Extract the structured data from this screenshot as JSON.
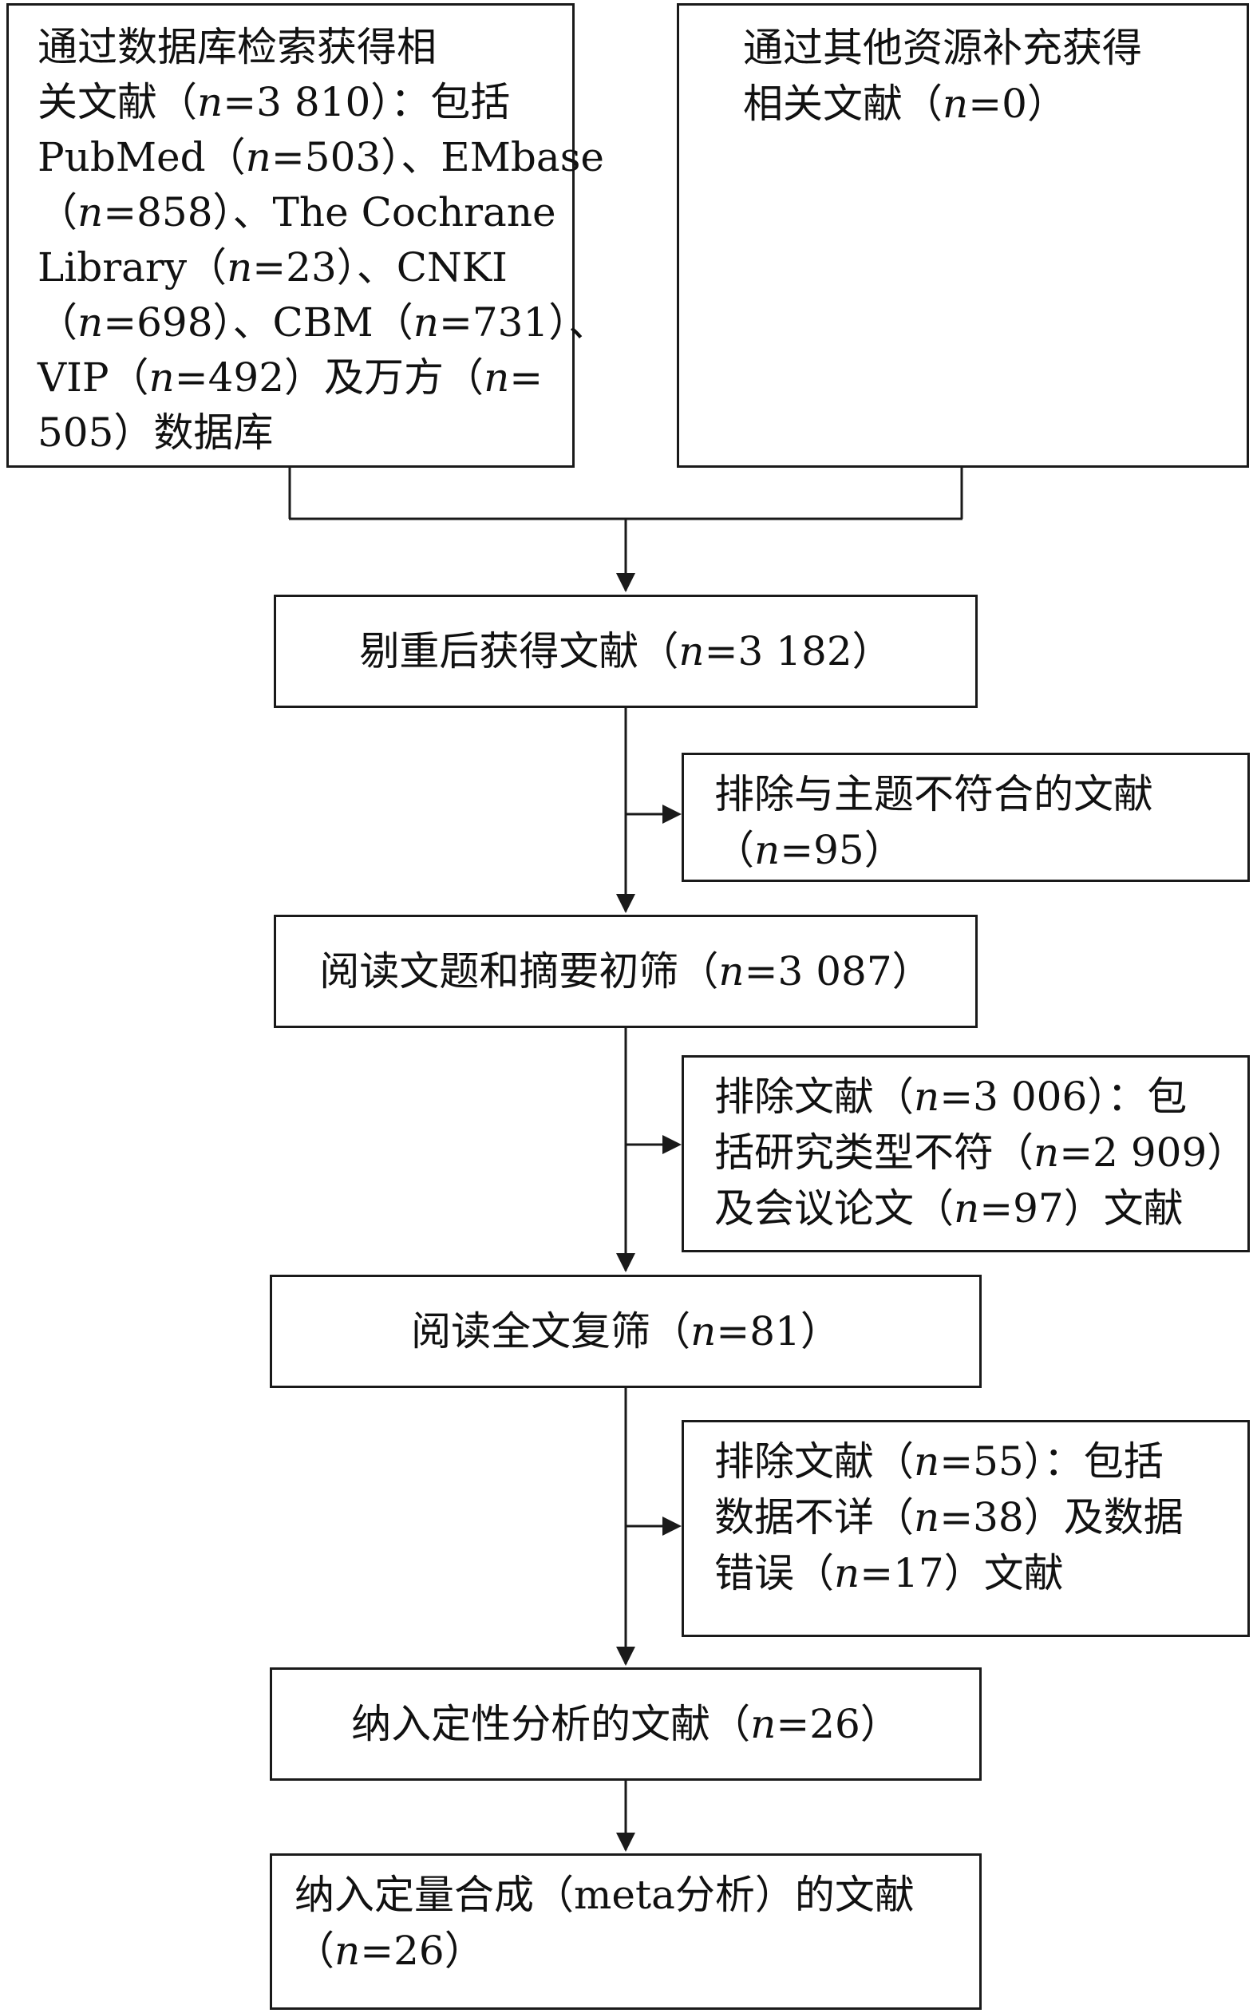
{
  "boxes": {
    "database_search": {
      "lines": [
        "通过数据库检索获得相",
        "关文献（n=3 810）：包括",
        "PubMed（n=503）、EMbase",
        "（n=858）、The Cochrane",
        "Library（n=23）、CNKI",
        "（n=698）、CBM（n=731）、",
        "VIP（n=492）及万方（n=",
        "505）数据库"
      ]
    },
    "other_sources": {
      "lines": [
        "通过其他资源补充获得",
        "相关文献（n=0）"
      ]
    },
    "after_dedup": {
      "lines": [
        "剔重后获得文献（n=3 182）"
      ]
    },
    "exclude_topic": {
      "lines": [
        "排除与主题不符合的文献",
        "（n=95）"
      ]
    },
    "title_abstract": {
      "lines": [
        "阅读文题和摘要初筛（n=3 087）"
      ]
    },
    "exclude_type": {
      "lines": [
        "排除文献（n=3 006）：包",
        "括研究类型不符（n=2 909）",
        "及会议论文（n=97）文献"
      ]
    },
    "full_text": {
      "lines": [
        "阅读全文复筛（n=81）"
      ]
    },
    "exclude_data": {
      "lines": [
        "排除文献（n=55）：包括",
        "数据不详（n=38）及数据",
        "错误（n=17）文献"
      ]
    },
    "qualitative": {
      "lines": [
        "纳入定性分析的文献（n=26）"
      ]
    },
    "quantitative": {
      "lines": [
        "纳入定量合成（meta分析）的文献",
        "（n=26）"
      ]
    }
  }
}
